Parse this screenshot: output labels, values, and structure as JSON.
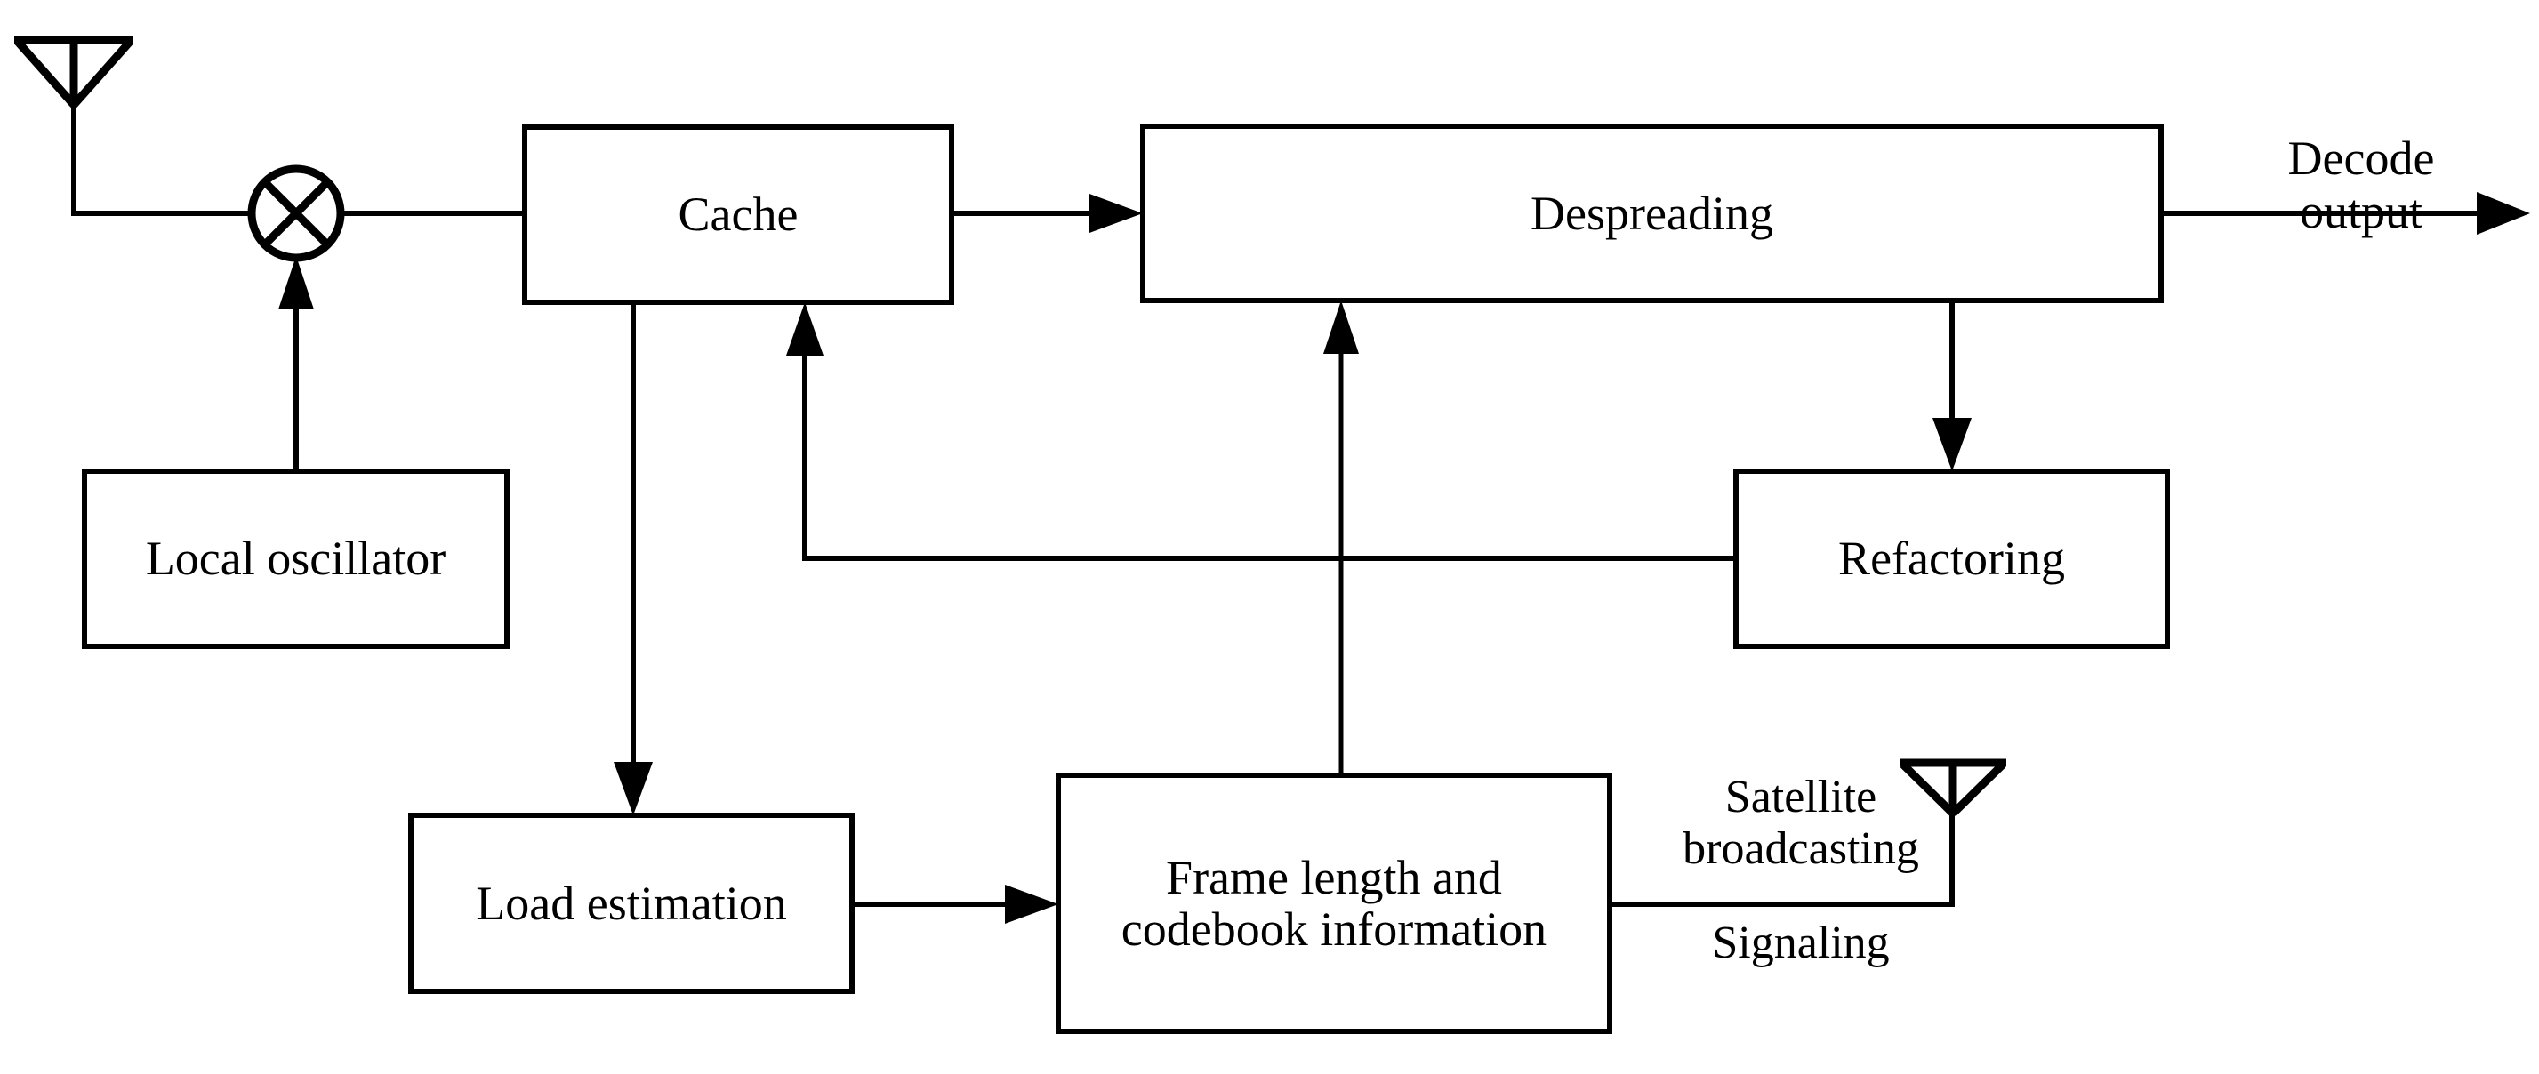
{
  "diagram": {
    "title": "Receiver block diagram",
    "background_color": "#ffffff",
    "line_color": "#000000",
    "blocks": [
      {
        "id": "cache",
        "label": "Cache"
      },
      {
        "id": "despreading",
        "label": "Despreading"
      },
      {
        "id": "oscillator",
        "label": "Local oscillator"
      },
      {
        "id": "refactoring",
        "label": "Refactoring"
      },
      {
        "id": "load",
        "label": "Load estimation"
      },
      {
        "id": "frame",
        "label": "Frame length and\ncodebook information"
      }
    ],
    "free_labels": [
      {
        "id": "decode_output",
        "label": "Decode\noutput"
      },
      {
        "id": "satellite_broadcasting",
        "label": "Satellite\nbroadcasting"
      },
      {
        "id": "signaling",
        "label": "Signaling"
      }
    ],
    "symbols": [
      {
        "id": "receive_antenna",
        "label": "antenna-icon"
      },
      {
        "id": "mixer",
        "label": "mixer-icon"
      },
      {
        "id": "satellite_antenna",
        "label": "antenna-icon"
      }
    ]
  }
}
